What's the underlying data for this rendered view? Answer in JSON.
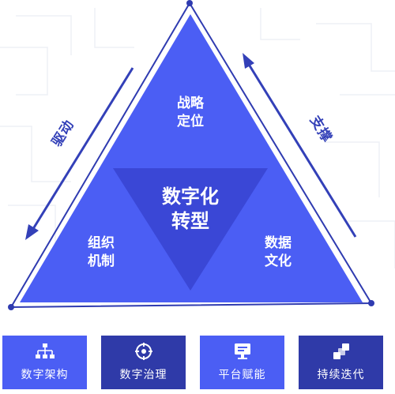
{
  "colors": {
    "triangle": "#4b5ef4",
    "inner": "#3a47d6",
    "outline": "#2f3bb0",
    "arrow": "#3340b8",
    "box_light": "#4b5ef4",
    "box_dark": "#2f3aa8",
    "grid": "#eef0f6"
  },
  "triangle": {
    "top_label": [
      "战略",
      "定位"
    ],
    "left_label": [
      "组织",
      "机制"
    ],
    "right_label": [
      "数据",
      "文化"
    ],
    "center_label": [
      "数字化",
      "转型"
    ]
  },
  "arrows": {
    "left": "驱动",
    "right": "支撑"
  },
  "boxes": [
    {
      "label": "数字架构",
      "icon": "org-chart-icon",
      "variant": "light"
    },
    {
      "label": "数字治理",
      "icon": "target-icon",
      "variant": "dark"
    },
    {
      "label": "平台赋能",
      "icon": "monitor-icon",
      "variant": "light"
    },
    {
      "label": "持续迭代",
      "icon": "blocks-icon",
      "variant": "dark"
    }
  ]
}
